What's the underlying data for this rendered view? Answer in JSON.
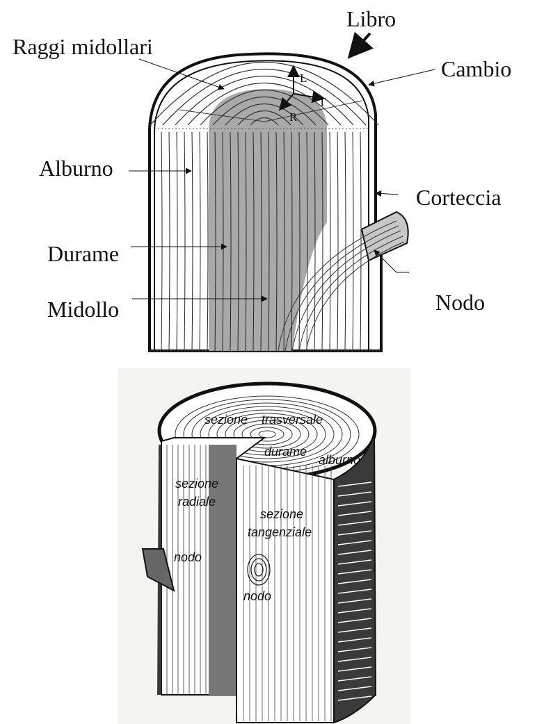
{
  "top_diagram": {
    "labels": {
      "libro": "Libro",
      "raggi": "Raggi midollari",
      "cambio": "Cambio",
      "alburno": "Alburno",
      "corteccia": "Corteccia",
      "durame": "Durame",
      "midollo": "Midollo",
      "nodo": "Nodo"
    },
    "axes": {
      "l": "L",
      "t": "T",
      "r": "R"
    }
  },
  "bottom_diagram": {
    "labels": {
      "sezione_trasversale_1": "sezione",
      "sezione_trasversale_2": "trasversale",
      "durame": "durame",
      "alburno": "alburno",
      "sezione_radiale_1": "sezione",
      "sezione_radiale_2": "radiale",
      "sezione_tangenziale_1": "sezione",
      "sezione_tangenziale_2": "tangenziale",
      "nodo_left": "nodo",
      "nodo_center": "nodo"
    }
  },
  "colors": {
    "heartwood": "#a9a9a9",
    "line": "#111111",
    "bark": "#2b2b2b"
  }
}
